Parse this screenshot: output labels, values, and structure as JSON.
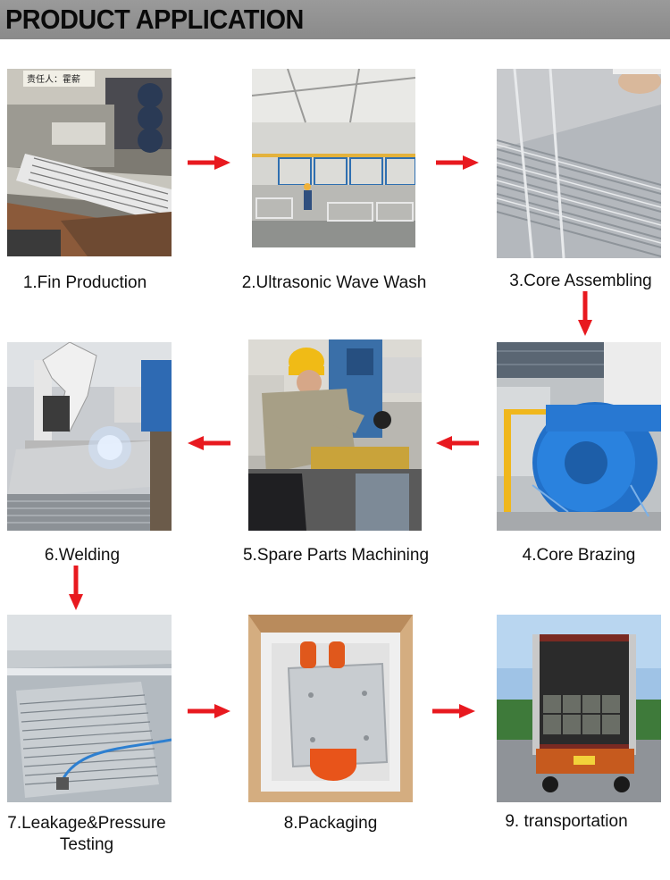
{
  "header": {
    "title": "PRODUCT APPLICATION"
  },
  "photo_texts": {
    "step1_sign": "责任人：霍薪"
  },
  "steps": [
    {
      "caption": "1.Fin Production"
    },
    {
      "caption": "2.Ultrasonic Wave Wash"
    },
    {
      "caption": "3.Core Assembling"
    },
    {
      "caption": "4.Core Brazing"
    },
    {
      "caption": "5.Spare Parts Machining"
    },
    {
      "caption": "6.Welding"
    },
    {
      "caption": "7.Leakage&Pressure",
      "caption2": "Testing"
    },
    {
      "caption": "8.Packaging"
    },
    {
      "caption": "9. transportation"
    }
  ],
  "colors": {
    "arrow": "#e8191f",
    "header": "#8f8f8f"
  }
}
